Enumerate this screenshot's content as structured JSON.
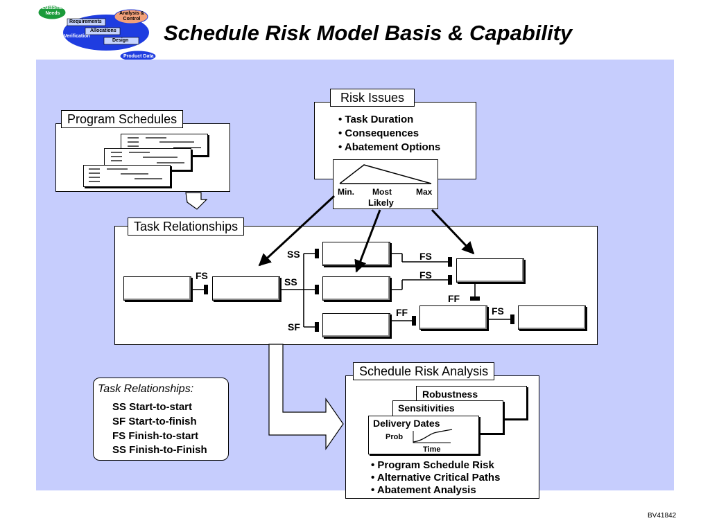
{
  "title": "Schedule Risk Model Basis & Capability",
  "logo": {
    "customer_needs": "Customer Needs",
    "analysis_control": "Analysis & Control",
    "requirements": "Requirements",
    "allocations": "Allocations",
    "verification": "Verification",
    "design": "Design",
    "product_data": "Product Data"
  },
  "program_schedules": {
    "label": "Program Schedules"
  },
  "risk_issues": {
    "label": "Risk Issues",
    "items": [
      "• Task Duration",
      "• Consequences",
      "• Abatement Options"
    ],
    "distribution": {
      "min": "Min.",
      "most_likely_1": "Most",
      "most_likely_2": "Likely",
      "max": "Max"
    }
  },
  "task_relationships": {
    "label": "Task Relationships",
    "links": {
      "fs_left": "FS",
      "ss_top": "SS",
      "ss_mid": "SS",
      "sf": "SF",
      "fs_top": "FS",
      "fs_mid": "FS",
      "ff_mid": "FF",
      "ff_low": "FF",
      "fs_low": "FS"
    }
  },
  "definitions": {
    "heading": "Task Relationships:",
    "items": [
      "SS Start-to-start",
      "SF Start-to-finish",
      "FS Finish-to-start",
      "SS Finish-to-Finish"
    ]
  },
  "schedule_risk_analysis": {
    "label": "Schedule Risk Analysis",
    "robustness": "Robustness",
    "sensitivities": "Sensitivities",
    "delivery_dates": "Delivery Dates",
    "prob": "Prob",
    "time": "Time",
    "items": [
      "• Program Schedule Risk",
      "• Alternative Critical Paths",
      "• Abatement Analysis"
    ]
  },
  "doc_id": "BV41842",
  "colors": {
    "panel": "#c6cdfd",
    "logo_blue": "#1f3de0",
    "logo_green": "#1a9a3a",
    "logo_orange": "#f2a07a"
  }
}
